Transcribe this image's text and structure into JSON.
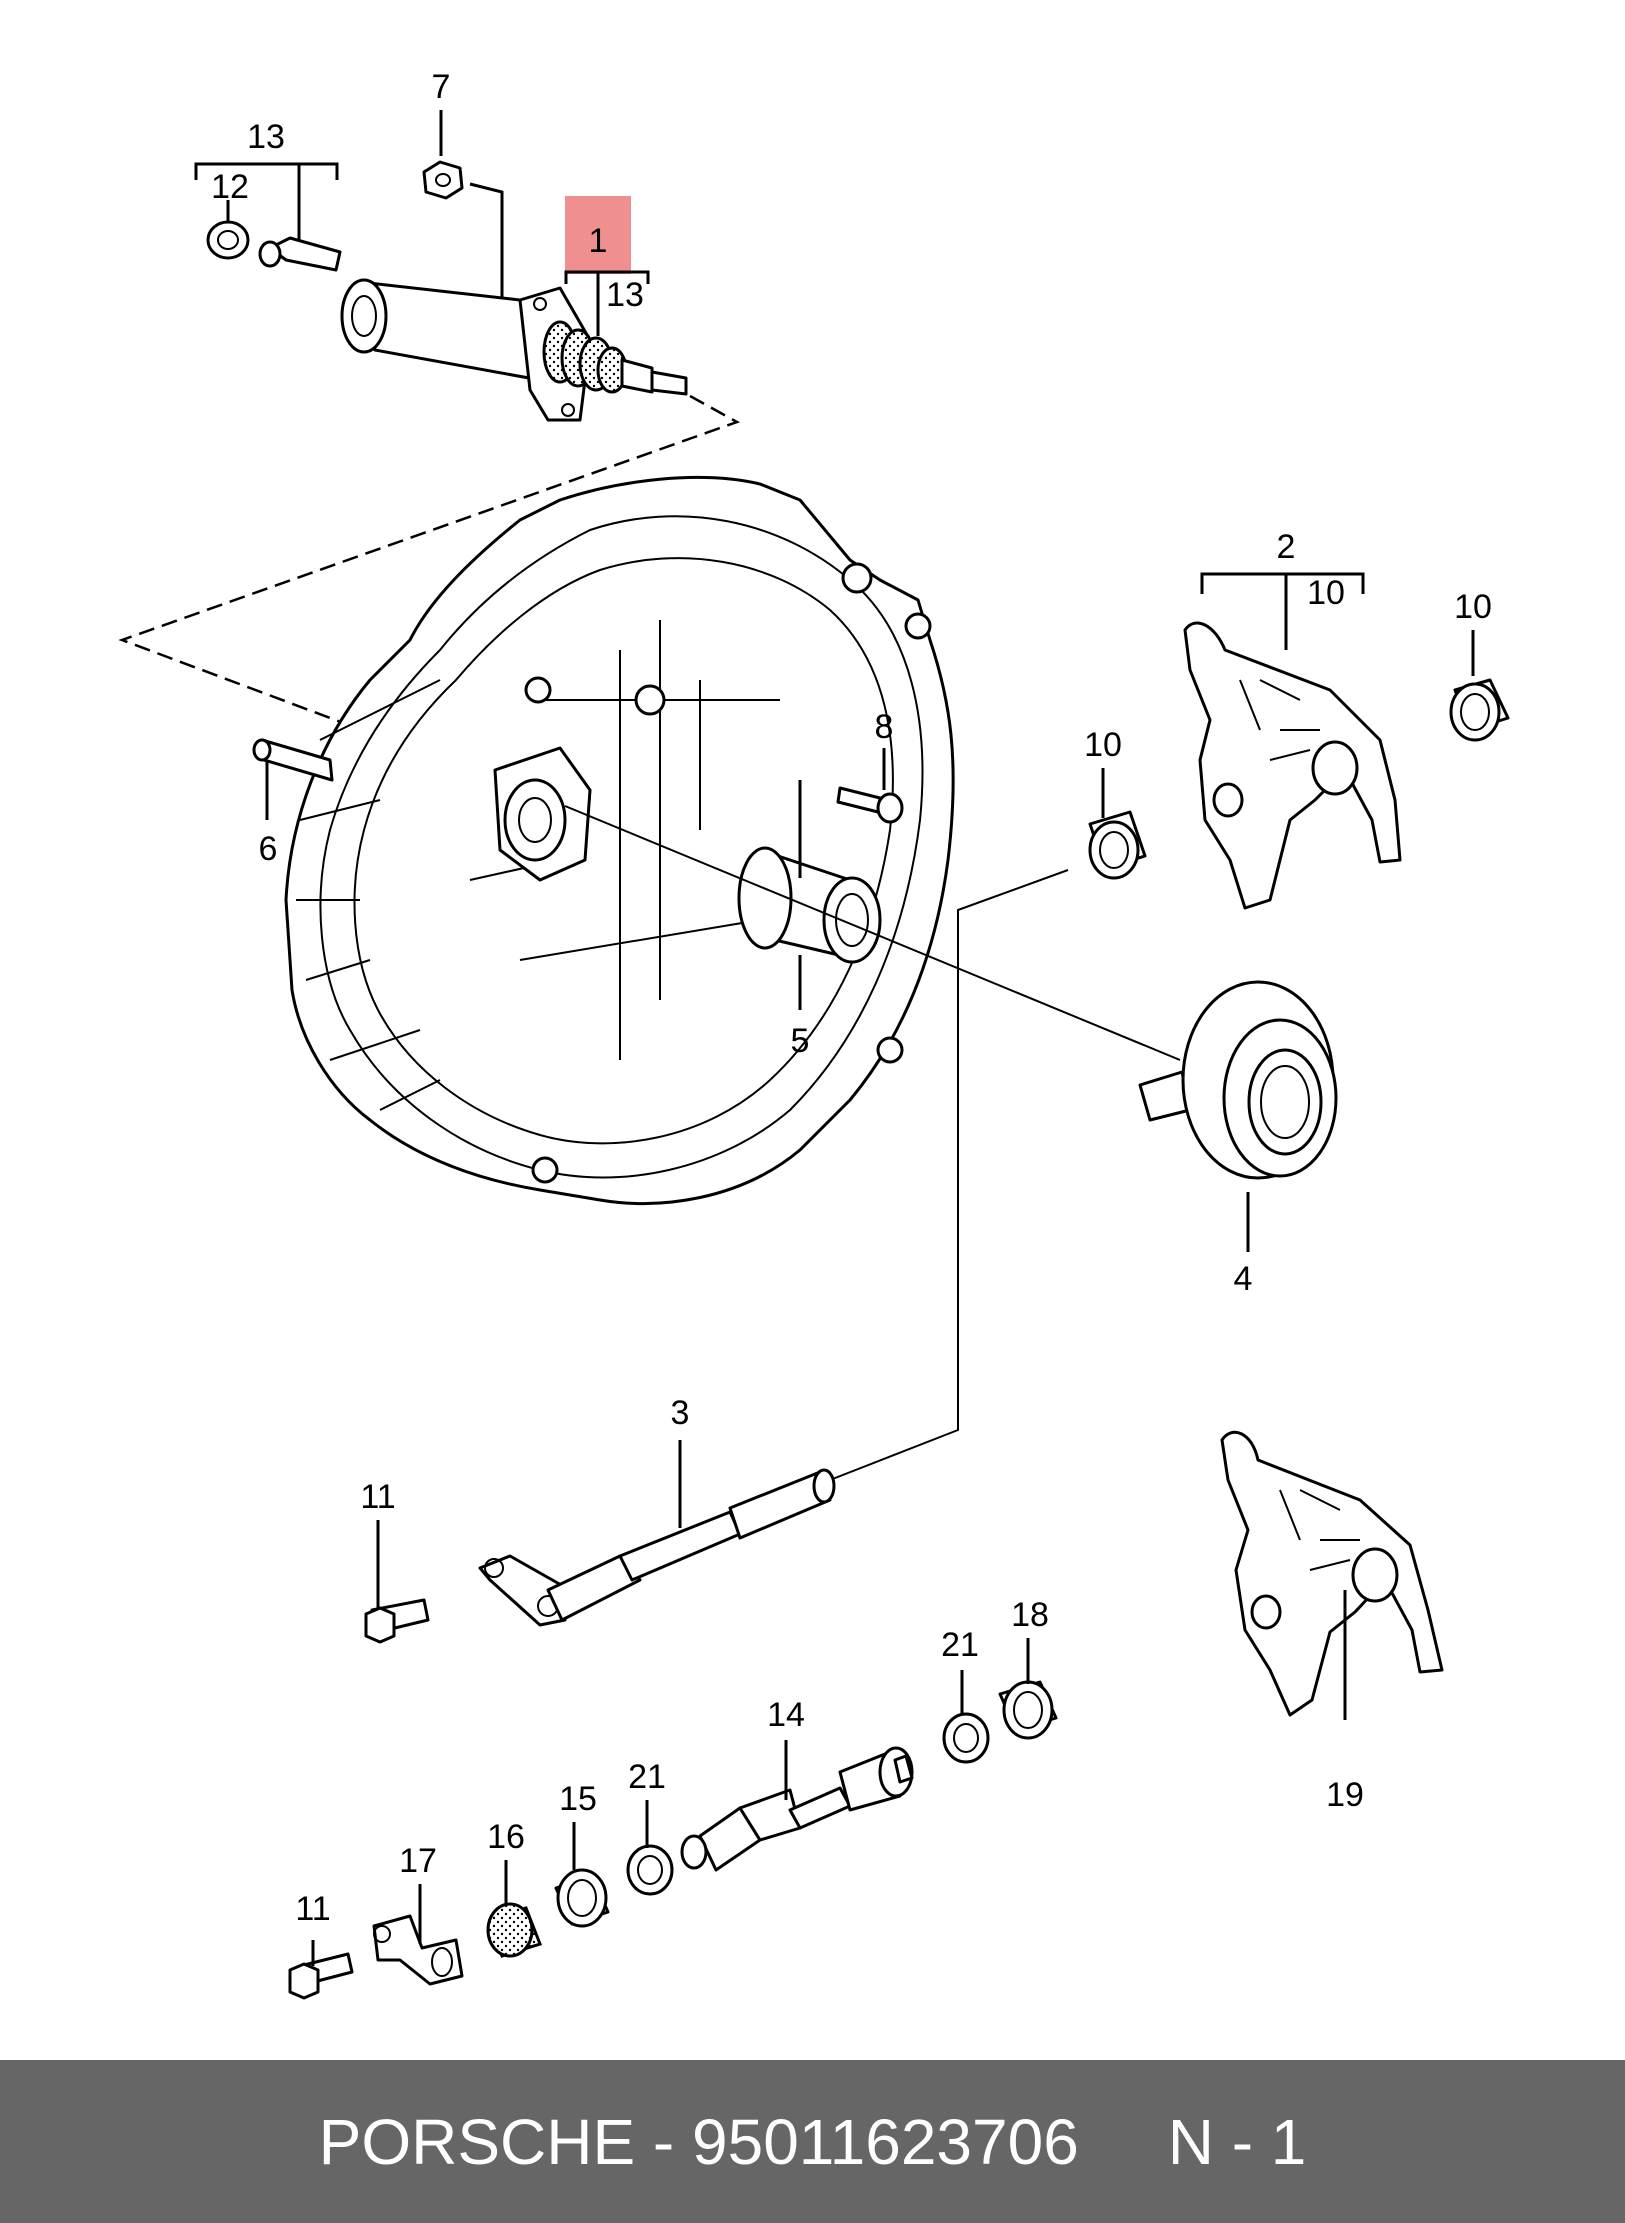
{
  "diagram": {
    "highlight_color": "#ef8f8f",
    "callouts": {
      "c1": "1",
      "c13_sub": "13",
      "c13": "13",
      "c12": "12",
      "c7": "7",
      "c2": "2",
      "c10_group": "10",
      "c10_right": "10",
      "c10_mid": "10",
      "c8": "8",
      "c6": "6",
      "c5": "5",
      "c4": "4",
      "c3": "3",
      "c11_top": "11",
      "c11_bottom": "11",
      "c14": "14",
      "c15": "15",
      "c16": "16",
      "c17": "17",
      "c18": "18",
      "c19": "19",
      "c21_left": "21",
      "c21_right": "21"
    }
  },
  "footer": {
    "background": "#666666",
    "text": "PORSCHE - 95011623706     N - 1"
  }
}
